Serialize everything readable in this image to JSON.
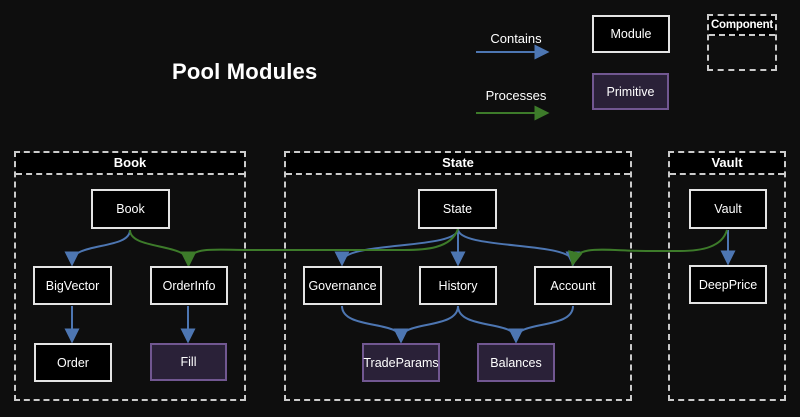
{
  "title": "Pool Modules",
  "legend": {
    "contains_label": "Contains",
    "processes_label": "Processes",
    "module_label": "Module",
    "primitive_label": "Primitive",
    "component_label": "Component"
  },
  "containers": {
    "book": {
      "title": "Book"
    },
    "state": {
      "title": "State"
    },
    "vault": {
      "title": "Vault"
    }
  },
  "nodes": {
    "book": "Book",
    "bigvector": "BigVector",
    "orderinfo": "OrderInfo",
    "order": "Order",
    "fill": "Fill",
    "state": "State",
    "governance": "Governance",
    "history": "History",
    "account": "Account",
    "tradeparams": "TradeParams",
    "balances": "Balances",
    "vault": "Vault",
    "deepprice": "DeepPrice"
  },
  "node_types": {
    "modules": [
      "Book",
      "BigVector",
      "OrderInfo",
      "Order",
      "State",
      "Governance",
      "History",
      "Account",
      "Vault",
      "DeepPrice"
    ],
    "primitives": [
      "Fill",
      "TradeParams",
      "Balances"
    ]
  },
  "edges": [
    {
      "from": "Book",
      "to": "BigVector",
      "relation": "Contains"
    },
    {
      "from": "Book",
      "to": "OrderInfo",
      "relation": "Processes"
    },
    {
      "from": "BigVector",
      "to": "Order",
      "relation": "Contains"
    },
    {
      "from": "OrderInfo",
      "to": "Fill",
      "relation": "Contains"
    },
    {
      "from": "State",
      "to": "Governance",
      "relation": "Contains"
    },
    {
      "from": "State",
      "to": "History",
      "relation": "Contains"
    },
    {
      "from": "State",
      "to": "Account",
      "relation": "Contains"
    },
    {
      "from": "State",
      "to": "OrderInfo",
      "relation": "Processes"
    },
    {
      "from": "Governance",
      "to": "TradeParams",
      "relation": "Contains"
    },
    {
      "from": "History",
      "to": "TradeParams",
      "relation": "Contains"
    },
    {
      "from": "History",
      "to": "Balances",
      "relation": "Contains"
    },
    {
      "from": "Account",
      "to": "Balances",
      "relation": "Contains"
    },
    {
      "from": "Vault",
      "to": "DeepPrice",
      "relation": "Contains"
    },
    {
      "from": "Vault",
      "to": "Account",
      "relation": "Processes"
    }
  ],
  "colors": {
    "bg": "#0e0e0e",
    "text": "#ffffff",
    "contains": "#4d76b2",
    "processes": "#3d7b2a",
    "node_bg": "#000000",
    "node_border": "#e4e4e4",
    "primitive_bg": "#2a2138",
    "primitive_border": "#715791",
    "dash": "#cbcbcb"
  }
}
